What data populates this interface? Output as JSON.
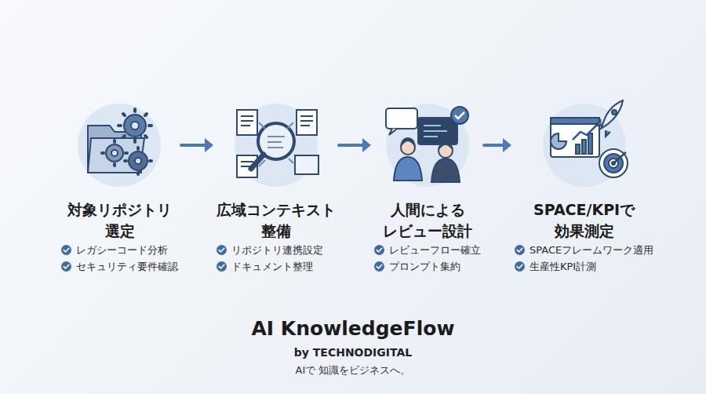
{
  "diagram": {
    "title": "AI KnowledgeFlow",
    "nodes": [
      {
        "text": [
          "対象リポジトリ 選定",
          "レガシーコード分析",
          "セキュリティ要件確認"
        ]
      },
      {
        "text": [
          "広域コンテキスト 整備",
          "リポジトリ連携設定",
          "ドキュメント整理"
        ]
      },
      {
        "text": [
          "人間による レビュー設計",
          "レビューフロー確立",
          "プロンプト集約"
        ]
      },
      {
        "text": [
          "SPACE/KPIで 効果測定",
          "SPACEフレームワーク適用",
          "生産性KPI計測"
        ]
      }
    ],
    "edges": [
      {
        "from": 0,
        "to": 1,
        "arrow": "to"
      },
      {
        "from": 1,
        "to": 2,
        "arrow": "to"
      },
      {
        "from": 2,
        "to": 3,
        "arrow": "to"
      }
    ],
    "labels": [
      "by TECHNODIGITAL",
      "AIで 知識をビジネスへ。"
    ]
  }
}
